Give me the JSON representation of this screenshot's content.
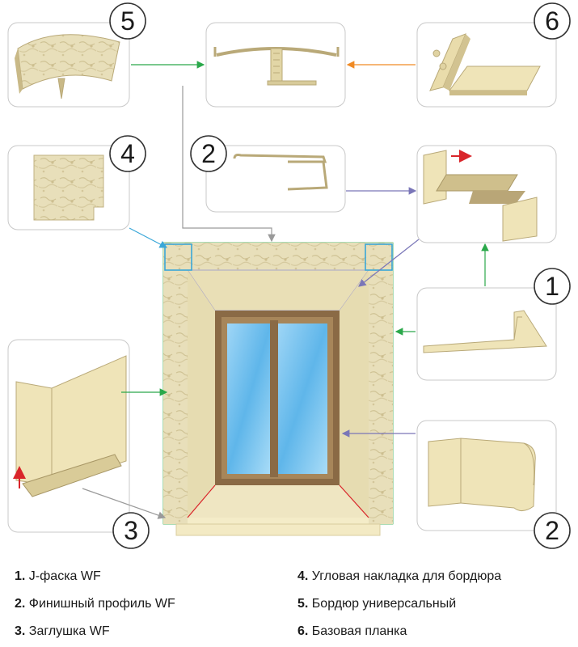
{
  "callouts": [
    {
      "id": "5",
      "number": "5"
    },
    {
      "id": "6",
      "number": "6"
    },
    {
      "id": "4",
      "number": "4"
    },
    {
      "id": "2a",
      "number": "2"
    },
    {
      "id": "1",
      "number": "1"
    },
    {
      "id": "3",
      "number": "3"
    },
    {
      "id": "2b",
      "number": "2"
    }
  ],
  "legend": [
    {
      "number": "1.",
      "label": "J-фаска WF"
    },
    {
      "number": "2.",
      "label": "Финишный профиль WF"
    },
    {
      "number": "3.",
      "label": "Заглушка WF"
    },
    {
      "number": "4.",
      "label": "Угловая накладка для бордюра"
    },
    {
      "number": "5.",
      "label": "Бордюр универсальный"
    },
    {
      "number": "6.",
      "label": "Базовая планка"
    }
  ],
  "colors": {
    "panel_border": "#c8c8c8",
    "beige": "#ebe0b0",
    "beige_dark": "#b9a978",
    "stone": "#e6dcb6",
    "glass": "#7fc4ee",
    "frame": "#8a6a45",
    "arrow_green": "#2aa84a",
    "arrow_orange": "#f08a24",
    "arrow_blue": "#3aa7d8",
    "arrow_purple": "#7a76b8",
    "arrow_gray": "#9a9a9a",
    "arrow_red": "#d9252a"
  }
}
